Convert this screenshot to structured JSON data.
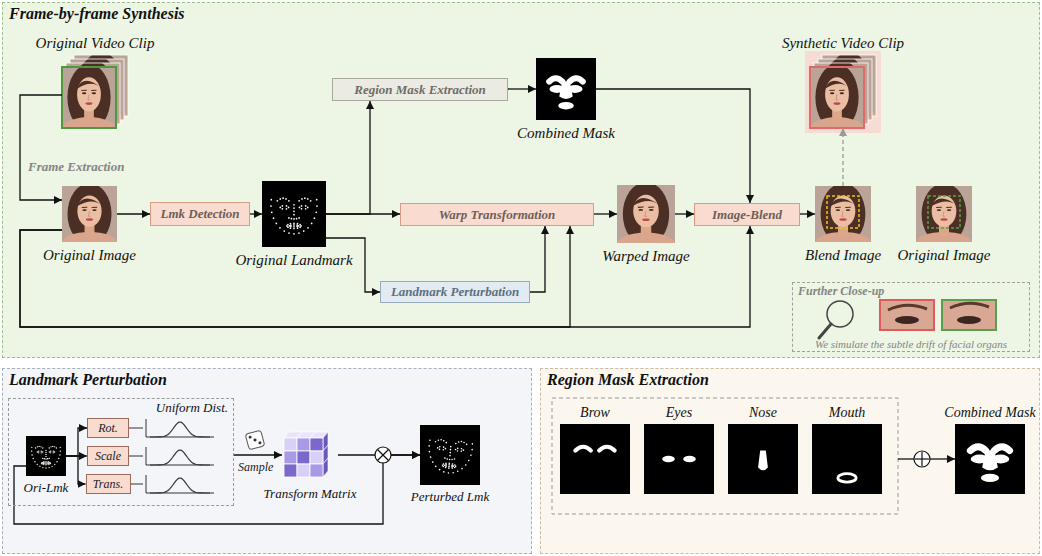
{
  "diagram": {
    "nodes": [
      {
        "text": [
          "Frame-by-frame Synthesis"
        ]
      },
      {
        "text": [
          "Original Video Clip"
        ],
        "in": 0
      },
      {
        "text": [
          "Original Image"
        ],
        "in": 0
      },
      {
        "text": [
          "Lmk Detection"
        ],
        "in": 0
      },
      {
        "text": [
          "Original Landmark"
        ],
        "in": 0
      },
      {
        "text": [
          "Region Mask Extraction"
        ],
        "in": 0
      },
      {
        "text": [
          "Combined Mask"
        ],
        "in": 0
      },
      {
        "text": [
          "Warp Transformation"
        ],
        "in": 0
      },
      {
        "text": [
          "Landmark Perturbation"
        ],
        "in": 0
      },
      {
        "text": [
          "Warped Image"
        ],
        "in": 0
      },
      {
        "text": [
          "Image-Blend"
        ],
        "in": 0
      },
      {
        "text": [
          "Synthetic Video Clip"
        ],
        "in": 0
      },
      {
        "text": [
          "Blend Image"
        ],
        "in": 0
      },
      {
        "text": [
          "Original Image"
        ],
        "in": 0
      },
      {
        "text": [
          "Further Close-up",
          "We simulate the subtle drift of facial organs"
        ],
        "in": 0
      },
      {
        "text": [
          "Landmark Perturbation"
        ]
      },
      {
        "text": [
          "Uniform Dist."
        ],
        "in": 15
      },
      {
        "text": [
          "Ori-Lmk"
        ],
        "in": 16
      },
      {
        "text": [
          "Rot."
        ],
        "in": 16
      },
      {
        "text": [
          "Scale"
        ],
        "in": 16
      },
      {
        "text": [
          "Trans."
        ],
        "in": 16
      },
      {
        "text": [
          "Transform Matrix"
        ],
        "in": 15
      },
      {
        "text": [
          "Perturbed Lmk"
        ],
        "in": 15
      },
      {
        "text": [
          "Region Mask Extraction"
        ]
      },
      {
        "text": [
          "Brow"
        ],
        "in": 23
      },
      {
        "text": [
          "Eyes"
        ],
        "in": 23
      },
      {
        "text": [
          "Nose"
        ],
        "in": 23
      },
      {
        "text": [
          "Mouth"
        ],
        "in": 23
      },
      {
        "text": [
          "Combined Mask"
        ],
        "in": 23
      }
    ],
    "edges": [
      {
        "from": 1,
        "to": 2,
        "arrow": "to",
        "label": "Frame Extraction"
      },
      {
        "from": 2,
        "to": 3,
        "arrow": "to"
      },
      {
        "from": 3,
        "to": 4,
        "arrow": "to"
      },
      {
        "from": 4,
        "to": 5,
        "arrow": "to"
      },
      {
        "from": 5,
        "to": 6,
        "arrow": "to"
      },
      {
        "from": 4,
        "to": 7,
        "arrow": "to"
      },
      {
        "from": 4,
        "to": 8,
        "arrow": "to"
      },
      {
        "from": 8,
        "to": 7,
        "arrow": "to"
      },
      {
        "from": 7,
        "to": 9,
        "arrow": "to"
      },
      {
        "from": 2,
        "to": 7,
        "arrow": "to"
      },
      {
        "from": 2,
        "to": 10,
        "arrow": "to"
      },
      {
        "from": 6,
        "to": 10,
        "arrow": "to"
      },
      {
        "from": 9,
        "to": 10,
        "arrow": "to"
      },
      {
        "from": 10,
        "to": 12,
        "arrow": "to"
      },
      {
        "from": 12,
        "to": 11,
        "arrow": "to"
      },
      {
        "from": 17,
        "to": 18,
        "arrow": "to"
      },
      {
        "from": 17,
        "to": 19,
        "arrow": "to"
      },
      {
        "from": 17,
        "to": 20,
        "arrow": "to"
      },
      {
        "from": 16,
        "to": 21,
        "arrow": "to"
      },
      {
        "from": 21,
        "to": 22,
        "arrow": "to"
      },
      {
        "from": 17,
        "to": 22,
        "arrow": "to"
      }
    ],
    "labels": [
      "Sample"
    ]
  }
}
